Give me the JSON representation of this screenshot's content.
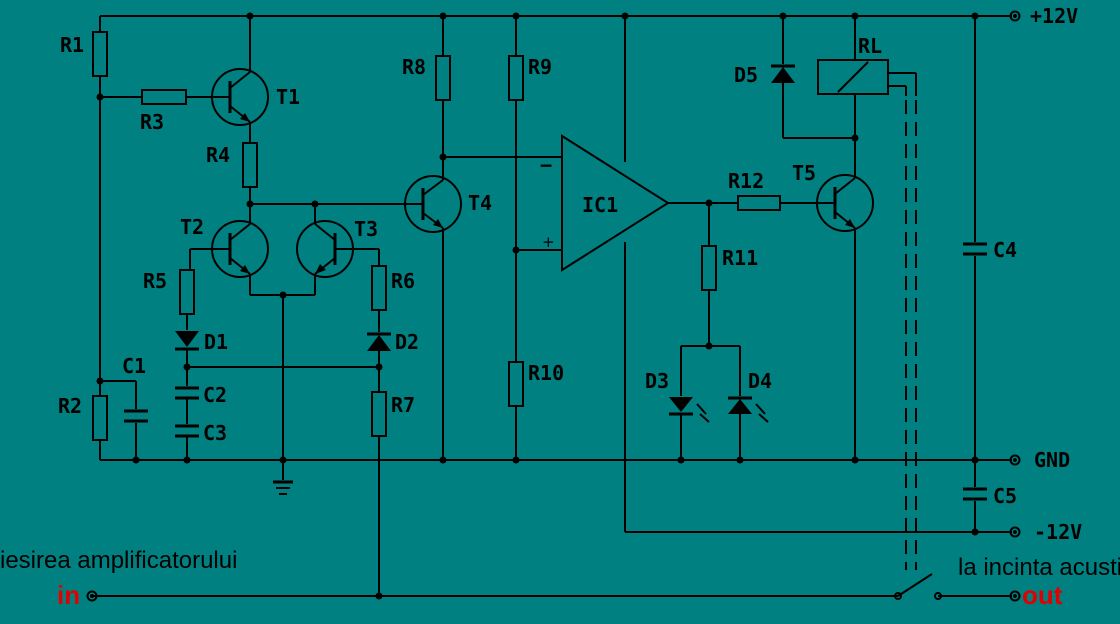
{
  "terminals": {
    "plus12": "+12V",
    "gnd": "GND",
    "minus12": "-12V",
    "in": "in",
    "out": "out"
  },
  "captions": {
    "input": "iesirea amplificatorului",
    "output": "la incinta acustica"
  },
  "components": {
    "R1": "R1",
    "R2": "R2",
    "R3": "R3",
    "R4": "R4",
    "R5": "R5",
    "R6": "R6",
    "R7": "R7",
    "R8": "R8",
    "R9": "R9",
    "R10": "R10",
    "R11": "R11",
    "R12": "R12",
    "T1": "T1",
    "T2": "T2",
    "T3": "T3",
    "T4": "T4",
    "T5": "T5",
    "C1": "C1",
    "C2": "C2",
    "C3": "C3",
    "C4": "C4",
    "C5": "C5",
    "D1": "D1",
    "D2": "D2",
    "D3": "D3",
    "D4": "D4",
    "D5": "D5",
    "IC1": "IC1",
    "RL": "RL"
  },
  "ic_pins": {
    "minus": "−",
    "plus": "+"
  },
  "colors": {
    "background": "#008080",
    "wire": "#000000",
    "terminal_text": "#e00000"
  }
}
